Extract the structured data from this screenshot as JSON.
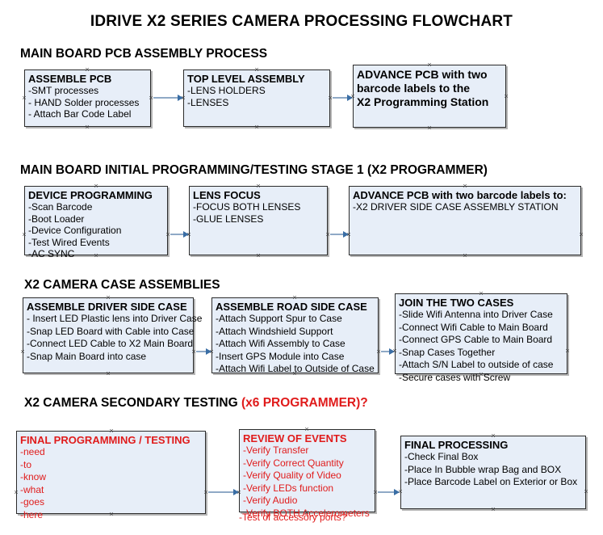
{
  "document": {
    "title": "IDRIVE X2  SERIES CAMERA PROCESSING FLOWCHART"
  },
  "colors": {
    "box_fill": "#e7eef8",
    "box_border": "#2b2b2b",
    "connector": "#8fa9c6",
    "arrowhead": "#3a6ea5",
    "accent_red": "#e01b1b",
    "text": "#000000"
  },
  "sections": [
    {
      "id": "main-board-pcb-assembly",
      "heading": "MAIN BOARD PCB ASSEMBLY PROCESS",
      "heading_accent": "",
      "boxes": [
        {
          "id": "assemble-pcb",
          "title": "ASSEMBLE PCB",
          "lines": [
            "-SMT processes",
            "- HAND Solder processes",
            "- Attach Bar Code Label"
          ]
        },
        {
          "id": "top-level-assembly",
          "title": "TOP LEVEL ASSEMBLY",
          "lines": [
            "-LENS HOLDERS",
            "-LENSES"
          ]
        },
        {
          "id": "advance-pcb-programming-station",
          "title": "ADVANCE PCB with two",
          "lines": [
            "barcode labels to the",
            " X2 Programming Station"
          ]
        }
      ]
    },
    {
      "id": "main-board-initial-programming",
      "heading": "MAIN BOARD INITIAL PROGRAMMING/TESTING STAGE 1 (X2 PROGRAMMER)",
      "heading_accent": "",
      "boxes": [
        {
          "id": "device-programming",
          "title": "DEVICE PROGRAMMING",
          "lines": [
            "-Scan Barcode",
            "-Boot Loader",
            "-Device Configuration",
            "-Test Wired Events",
            "-AC SYNC"
          ]
        },
        {
          "id": "lens-focus",
          "title": "LENS FOCUS",
          "lines": [
            "-FOCUS BOTH LENSES",
            "-GLUE LENSES"
          ]
        },
        {
          "id": "advance-pcb-driver-side-case",
          "title": "ADVANCE PCB with two barcode labels to:",
          "lines": [
            "-X2 DRIVER  SIDE  CASE  ASSEMBLY STATION"
          ]
        }
      ]
    },
    {
      "id": "x2-camera-case-assemblies",
      "heading": "X2 CAMERA CASE ASSEMBLIES",
      "heading_accent": "",
      "boxes": [
        {
          "id": "assemble-driver-side-case",
          "title": "ASSEMBLE DRIVER SIDE CASE",
          "lines": [
            "- Insert LED Plastic lens into Driver Case",
            "-Snap LED Board with Cable into Case",
            "-Connect LED Cable to X2 Main Board",
            "-Snap Main Board into case"
          ]
        },
        {
          "id": "assemble-road-side-case",
          "title": "ASSEMBLE ROAD SIDE CASE",
          "lines": [
            "-Attach Support Spur to Case",
            "-Attach Windshield Support",
            "-Attach Wifi Assembly to Case",
            "-Insert GPS Module into Case",
            "-Attach Wifi Label to Outside of Case"
          ]
        },
        {
          "id": "join-the-two-cases",
          "title": "JOIN THE TWO CASES",
          "lines": [
            "-Slide Wifi Antenna into Driver Case",
            "-Connect Wifi Cable to Main Board",
            "-Connect GPS Cable to Main Board",
            "-Snap Cases Together",
            "-Attach S/N Label to outside of case",
            "-Secure cases with Screw"
          ]
        }
      ]
    },
    {
      "id": "x2-camera-secondary-testing",
      "heading": "X2 CAMERA SECONDARY TESTING ",
      "heading_accent": "(x6 PROGRAMMER)?",
      "boxes": [
        {
          "id": "final-programming-testing",
          "title": "FINAL PROGRAMMING / TESTING",
          "lines": [
            "-need",
            "-to",
            "-know",
            "-what",
            "-goes",
            "-here"
          ]
        },
        {
          "id": "review-of-events",
          "title": "REVIEW OF EVENTS",
          "lines": [
            "-Verify Transfer",
            "-Verify Correct Quantity",
            "-Verify Quality of Video",
            "-Verify LEDs function",
            "-Verify Audio",
            "-Verify BOTH Accelerometers"
          ],
          "overflow_line": "-Test of accessory ports?"
        },
        {
          "id": "final-processing",
          "title": "FINAL PROCESSING",
          "lines": [
            " -Check Final Box",
            "-Place In Bubble wrap Bag and BOX",
            "-Place Barcode Label on Exterior or Box"
          ]
        }
      ]
    }
  ]
}
